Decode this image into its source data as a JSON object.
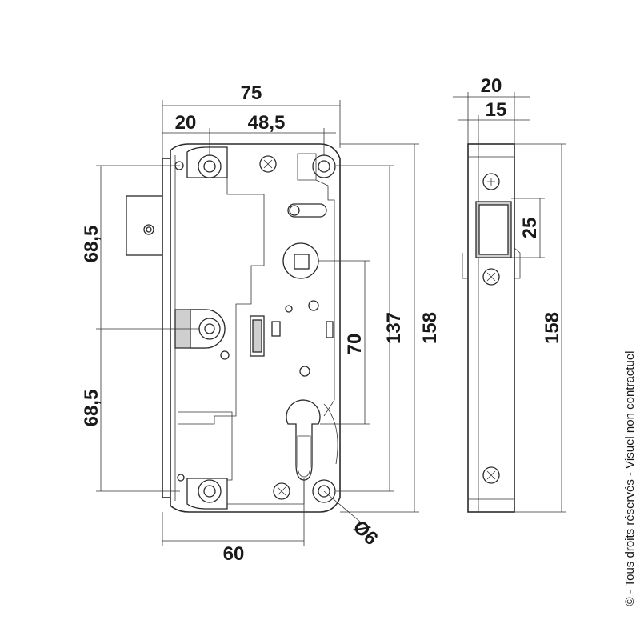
{
  "dimensions": {
    "overall_width": "75",
    "left_offset": "20",
    "hole_spacing": "48,5",
    "upper_half": "68,5",
    "lower_half": "68,5",
    "cylinder_distance": "70",
    "inner_height": "137",
    "overall_height": "158",
    "bottom_width": "60",
    "hole_diameter": "Ø6",
    "side_total_width": "20",
    "side_plate_width": "15",
    "bolt_height": "25",
    "side_height": "158"
  },
  "copyright": "© - Tous droits réservés - Visuel non contractuel"
}
